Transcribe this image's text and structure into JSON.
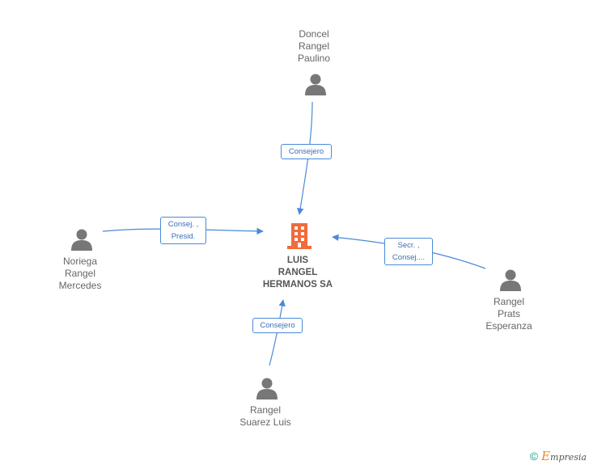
{
  "company": {
    "name_lines": [
      "LUIS",
      "RANGEL",
      "HERMANOS SA"
    ],
    "icon": "building-icon",
    "color": "#f26b3a"
  },
  "people": [
    {
      "id": "doncel",
      "name_lines": [
        "Doncel",
        "Rangel",
        "Paulino"
      ],
      "role_lines": [
        "Consejero"
      ]
    },
    {
      "id": "noriega",
      "name_lines": [
        "Noriega",
        "Rangel",
        "Mercedes"
      ],
      "role_lines": [
        "Consej. ,",
        "Presid."
      ]
    },
    {
      "id": "prats",
      "name_lines": [
        "Rangel",
        "Prats",
        "Esperanza"
      ],
      "role_lines": [
        "Secr. ,",
        "Consej...."
      ]
    },
    {
      "id": "suarez",
      "name_lines": [
        "Rangel",
        "Suarez Luis"
      ],
      "role_lines": [
        "Consejero"
      ]
    }
  ],
  "colors": {
    "edge": "#4a8ad8",
    "person_icon": "#777777",
    "text": "#666666"
  },
  "footer": {
    "copyright": "©",
    "brand_first": "E",
    "brand_rest": "mpresia"
  }
}
